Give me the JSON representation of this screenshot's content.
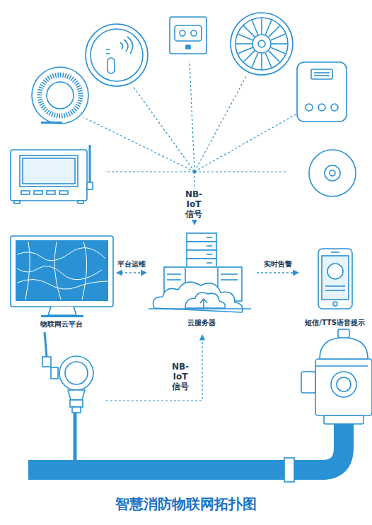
{
  "diagram": {
    "title": "智慧消防物联网拓扑图",
    "nodes": [
      {
        "text": [
          "物联网云平台"
        ]
      },
      {
        "text": [
          "云服务器"
        ]
      },
      {
        "text": [
          "短信/TTS语音提示"
        ]
      }
    ],
    "edges": [
      {
        "from": 0,
        "to": 1,
        "arrow": "both",
        "label": "平台运维"
      },
      {
        "from": 1,
        "to": 2,
        "arrow": "to",
        "label": "实时告警"
      }
    ],
    "labels": [
      "NB-IoT 信号",
      "NB-IoT 信号"
    ]
  }
}
